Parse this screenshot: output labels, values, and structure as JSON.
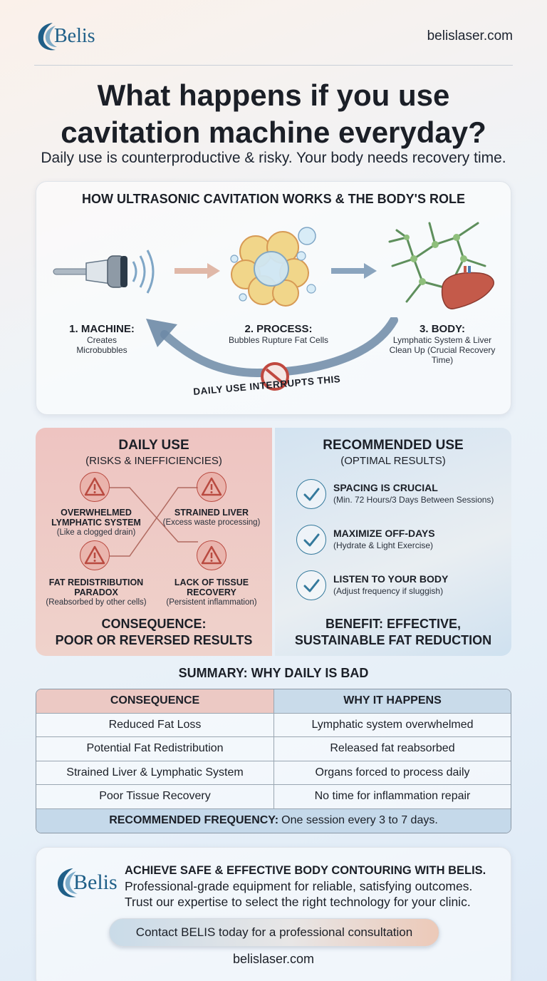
{
  "brand": {
    "logo_text": "Belis",
    "site_url": "belislaser.com"
  },
  "hero": {
    "title_line1": "What happens if you use",
    "title_line2": "cavitation machine everyday?",
    "subtitle": "Daily use is counterproductive & risky. Your body needs recovery time."
  },
  "how_it_works": {
    "title": "HOW ULTRASONIC CAVITATION WORKS & THE BODY'S ROLE",
    "steps": [
      {
        "title": "1. MACHINE:",
        "desc_lines": [
          "Creates",
          "Microbubbles"
        ],
        "icon": "ultrasound-probe-icon"
      },
      {
        "title": "2. PROCESS:",
        "desc_lines": [
          "Bubbles Rupture Fat Cells"
        ],
        "icon": "fat-cells-icon"
      },
      {
        "title": "3. BODY:",
        "desc_lines": [
          "Lymphatic System & Liver",
          "Clean Up (Crucial Recovery",
          "Time)"
        ],
        "icon": "lymph-liver-icon"
      }
    ],
    "interrupt_label": "DAILY USE INTERRUPTS THIS"
  },
  "daily_use": {
    "title": "DAILY USE",
    "subtitle": "(RISKS & INEFFICIENCIES)",
    "risks": [
      {
        "title_lines": [
          "OVERWHELMED",
          "LYMPHATIC SYSTEM"
        ],
        "desc": "(Like a clogged drain)"
      },
      {
        "title_lines": [
          "STRAINED LIVER"
        ],
        "desc": "(Excess waste processing)"
      },
      {
        "title_lines": [
          "FAT REDISTRIBUTION",
          "PARADOX"
        ],
        "desc": "(Reabsorbed by other cells)"
      },
      {
        "title_lines": [
          "LACK OF TISSUE",
          "RECOVERY"
        ],
        "desc": "(Persistent inflammation)"
      }
    ],
    "consequence_line1": "CONSEQUENCE:",
    "consequence_line2": "POOR OR REVERSED RESULTS"
  },
  "recommended_use": {
    "title": "RECOMMENDED USE",
    "subtitle": "(OPTIMAL RESULTS)",
    "items": [
      {
        "title": "SPACING IS CRUCIAL",
        "desc": "(Min. 72 Hours/3 Days Between Sessions)"
      },
      {
        "title": "MAXIMIZE OFF-DAYS",
        "desc": "(Hydrate & Light Exercise)"
      },
      {
        "title": "LISTEN TO YOUR BODY",
        "desc": "(Adjust frequency if sluggish)"
      }
    ],
    "benefit_line1": "BENEFIT: EFFECTIVE,",
    "benefit_line2": "SUSTAINABLE FAT REDUCTION"
  },
  "summary": {
    "title": "SUMMARY: WHY DAILY IS BAD",
    "headers": [
      "CONSEQUENCE",
      "WHY IT HAPPENS"
    ],
    "rows": [
      [
        "Reduced Fat Loss",
        "Lymphatic system overwhelmed"
      ],
      [
        "Potential Fat Redistribution",
        "Released fat reabsorbed"
      ],
      [
        "Strained Liver & Lymphatic System",
        "Organs forced to process daily"
      ],
      [
        "Poor Tissue Recovery",
        "No time for inflammation repair"
      ]
    ],
    "frequency_label": "RECOMMENDED FREQUENCY:",
    "frequency_value": "One session every 3 to 7 days."
  },
  "cta": {
    "headline": "ACHIEVE SAFE & EFFECTIVE BODY CONTOURING WITH BELIS.",
    "line1": "Professional-grade equipment for reliable, satisfying outcomes.",
    "line2": "Trust our expertise to select the right technology for your clinic.",
    "button_label": "Contact BELIS today for a professional consultation",
    "url": "belislaser.com"
  },
  "colors": {
    "brand_blue": "#1f5f88",
    "risk_red": "#b94a40",
    "check_blue": "#34799c",
    "arrow_blue": "#6d8aa6"
  }
}
